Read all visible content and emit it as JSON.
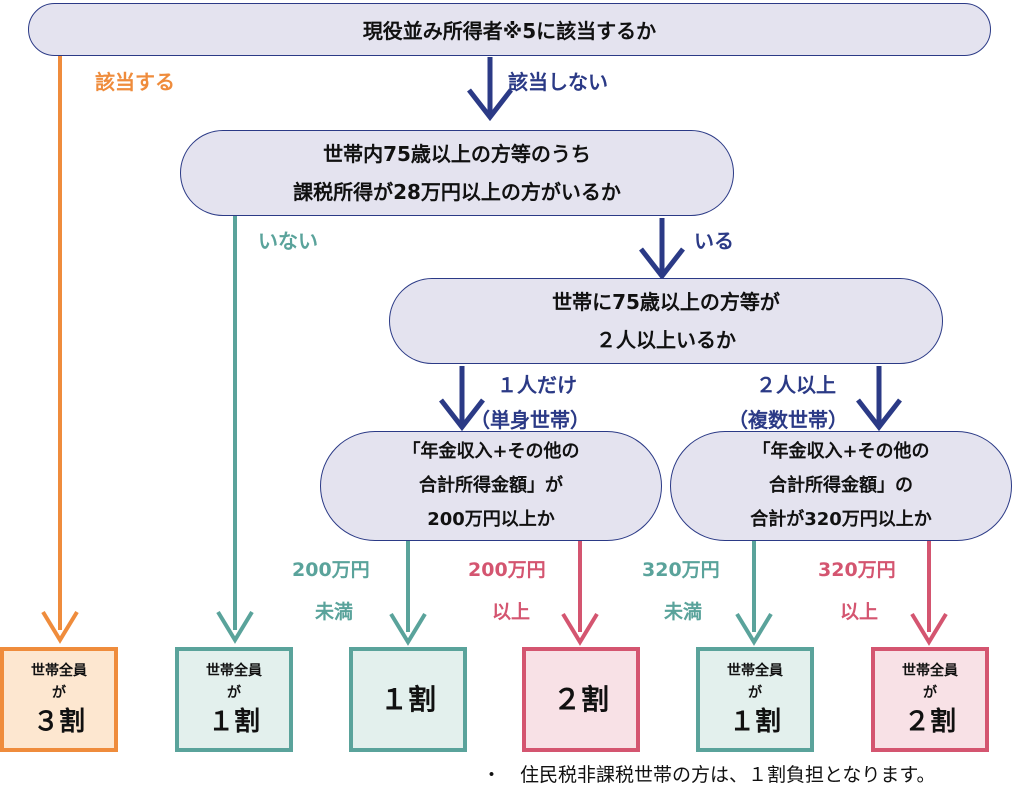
{
  "q1": {
    "text": "現役並み所得者※5に該当するか"
  },
  "q2": {
    "line1": "世帯内75歳以上の方等のうち",
    "line2": "課税所得が28万円以上の方がいるか"
  },
  "q3": {
    "line1": "世帯に75歳以上の方等が",
    "line2": "２人以上いるか"
  },
  "q4": {
    "line1": "「年金収入+その他の",
    "line2": "合計所得金額」が",
    "line3": "200万円以上か"
  },
  "q5": {
    "line1": "「年金収入+その他の",
    "line2": "合計所得金額」の",
    "line3": "合計が320万円以上か"
  },
  "labels": {
    "applies": "該当する",
    "not_applies": "該当しない",
    "none": "いない",
    "exists": "いる",
    "single_1": "１人だけ",
    "single_2": "（単身世帯）",
    "multi_1": "２人以上",
    "multi_2": "（複数世帯）",
    "under200_1": "200万円",
    "under200_2": "未満",
    "over200_1": "200万円",
    "over200_2": "以上",
    "under320_1": "320万円",
    "under320_2": "未満",
    "over320_1": "320万円",
    "over320_2": "以上"
  },
  "results": [
    {
      "top": "世帯全員",
      "mid": "が",
      "rate": "３割"
    },
    {
      "top": "世帯全員",
      "mid": "が",
      "rate": "１割"
    },
    {
      "rate": "１割"
    },
    {
      "rate": "２割"
    },
    {
      "top": "世帯全員",
      "mid": "が",
      "rate": "１割"
    },
    {
      "top": "世帯全員",
      "mid": "が",
      "rate": "２割"
    }
  ],
  "note": "・　住民税非課税世帯の方は、１割負担となります。",
  "colors": {
    "navy": "#2b3a86",
    "orange": "#ef8c3c",
    "teal": "#5aa39b",
    "pink": "#d45570",
    "node_fill": "#e4e3ef"
  }
}
